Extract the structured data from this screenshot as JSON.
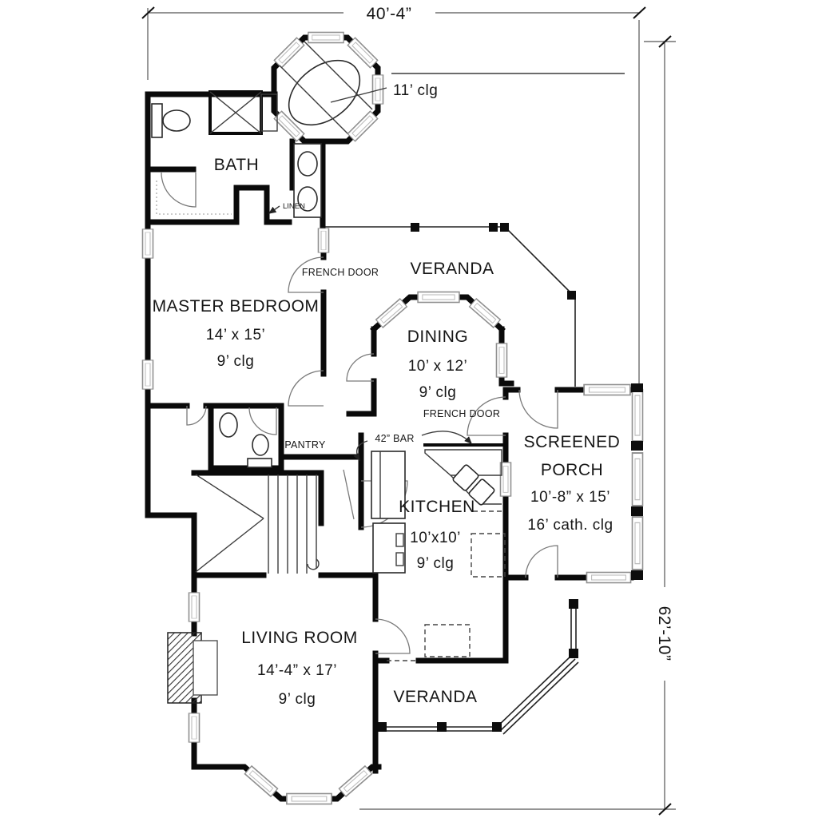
{
  "drawing": {
    "type": "first-floor-plan",
    "dimension_width": "40’-4”",
    "dimension_height": "62’-10”",
    "labels": {
      "turret_ceiling": "11’ clg",
      "bath": "BATH",
      "linen": "LINEN",
      "french_door_master": "FRENCH DOOR",
      "veranda_top": "VERANDA",
      "master_name": "MASTER  BEDROOM",
      "master_size": "14’  x  15’",
      "master_clg": "9’ clg",
      "dining_name": "DINING",
      "dining_size": "10’  x  12’",
      "dining_clg": "9’ clg",
      "french_door_dining": "FRENCH DOOR",
      "bar": "42” BAR",
      "porch_name1": "SCREENED",
      "porch_name2": "PORCH",
      "porch_size": "10’-8”  x  15’",
      "porch_clg": "16’ cath. clg",
      "pantry": "PANTRY",
      "kitchen_name": "KITCHEN",
      "kitchen_size": "10’x10’",
      "kitchen_clg": "9’ clg",
      "living_name": "LIVING  ROOM",
      "living_size": "14’-4”  x  17’",
      "living_clg": "9’ clg",
      "veranda_bottom": "VERANDA"
    },
    "colors": {
      "wall": "#0a0a0a",
      "thin_line": "#3c3c3c",
      "background": "#ffffff"
    }
  }
}
